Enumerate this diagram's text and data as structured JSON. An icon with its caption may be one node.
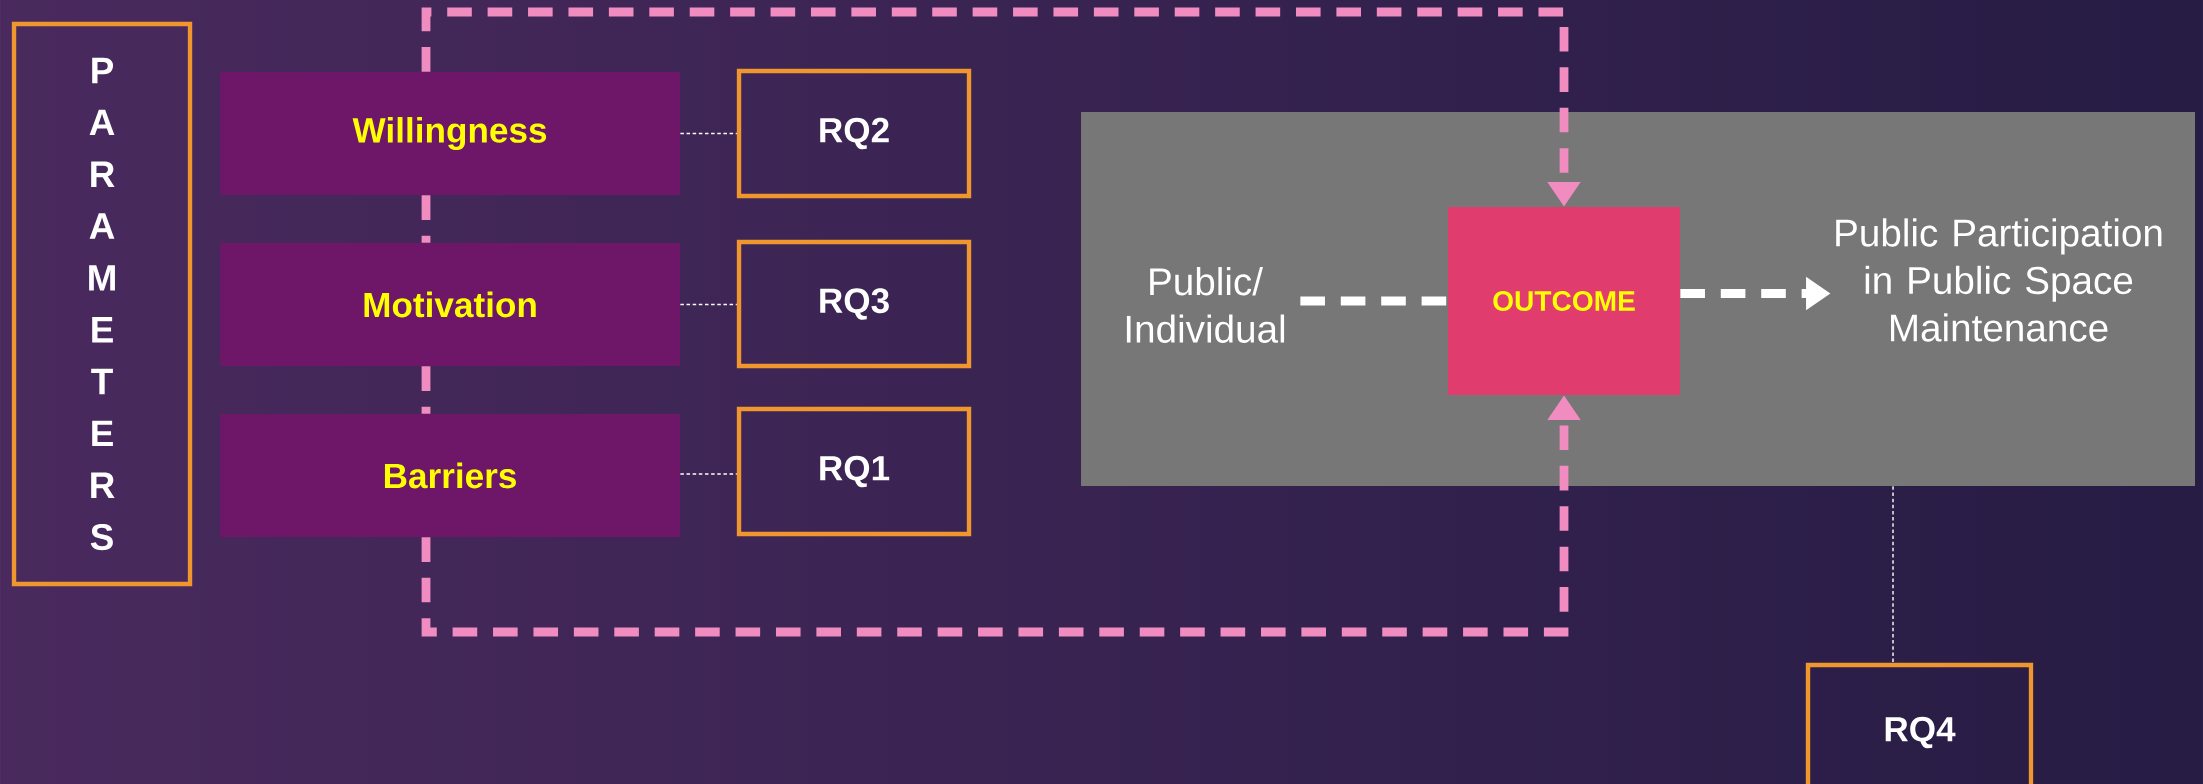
{
  "diagram": {
    "nodes": [
      {
        "text": [
          "PARAMETERS"
        ]
      },
      {
        "text": [
          "Willingness"
        ]
      },
      {
        "text": [
          "RQ2"
        ]
      },
      {
        "text": [
          "Motivation"
        ]
      },
      {
        "text": [
          "RQ3"
        ]
      },
      {
        "text": [
          "Barriers"
        ]
      },
      {
        "text": [
          "RQ1"
        ]
      },
      {
        "text": [],
        "shape": "box"
      },
      {
        "text": [
          "Public/ Individual"
        ],
        "in": 7
      },
      {
        "text": [
          "OUTCOME"
        ],
        "in": 7
      },
      {
        "text": [
          "Public Participation in Public Space Maintenance"
        ],
        "in": 7
      },
      {
        "text": [
          "RQ4"
        ]
      }
    ],
    "edges": [
      {
        "from": 1,
        "to": 2,
        "arrow": "none",
        "style": "dashed"
      },
      {
        "from": 3,
        "to": 4,
        "arrow": "none",
        "style": "dashed"
      },
      {
        "from": 5,
        "to": 6,
        "arrow": "none",
        "style": "dashed"
      },
      {
        "from": 1,
        "to": 9,
        "arrow": "to",
        "style": "dashed",
        "color": "#f08cc0"
      },
      {
        "from": 1,
        "to": 3,
        "arrow": "none",
        "style": "dashed",
        "color": "#f08cc0"
      },
      {
        "from": 3,
        "to": 5,
        "arrow": "none",
        "style": "dashed",
        "color": "#f08cc0"
      },
      {
        "from": 5,
        "to": 9,
        "arrow": "to",
        "style": "dashed",
        "color": "#f08cc0"
      },
      {
        "from": 8,
        "to": 9,
        "arrow": "none",
        "style": "dashed"
      },
      {
        "from": 9,
        "to": 10,
        "arrow": "to",
        "style": "dashed"
      },
      {
        "from": 7,
        "to": 11,
        "arrow": "none",
        "style": "dashed"
      }
    ]
  }
}
